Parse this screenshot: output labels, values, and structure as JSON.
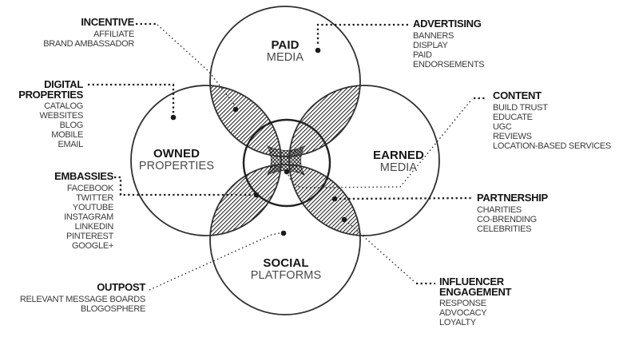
{
  "diagram_title": "Paid Owned Earned Social media Venn diagram",
  "colors": {
    "ink": "#231f20",
    "subtext": "#3a3a3c",
    "hatch": "#2b2b2b",
    "background": "#ffffff"
  },
  "circles": {
    "paid": {
      "title": "PAID",
      "subtitle": "MEDIA"
    },
    "owned": {
      "title": "OWNED",
      "subtitle": "PROPERTIES"
    },
    "earned": {
      "title": "EARNED",
      "subtitle": "MEDIA"
    },
    "social": {
      "title": "SOCIAL",
      "subtitle": "PLATFORMS"
    }
  },
  "callouts": {
    "incentive": {
      "title": "INCENTIVE",
      "items": [
        "AFFILIATE",
        "BRAND AMBASSADOR"
      ]
    },
    "digital": {
      "title": "DIGITAL PROPERTIES",
      "items": [
        "CATALOG",
        "WEBSITES",
        "BLOG",
        "MOBILE",
        "EMAIL"
      ]
    },
    "embassies": {
      "title": "EMBASSIES",
      "items": [
        "FACEBOOK",
        "TWITTER",
        "YOUTUBE",
        "INSTAGRAM",
        "LINKEDIN",
        "PINTEREST",
        "GOOGLE+"
      ]
    },
    "outpost": {
      "title": "OUTPOST",
      "items": [
        "RELEVANT MESSAGE BOARDS",
        "BLOGOSPHERE"
      ]
    },
    "advertising": {
      "title": "ADVERTISING",
      "items": [
        "BANNERS",
        "DISPLAY",
        "PAID",
        "ENDORSEMENTS"
      ]
    },
    "content": {
      "title": "CONTENT",
      "items": [
        "BUILD TRUST",
        "EDUCATE",
        "UGC",
        "REVIEWS",
        "LOCATION-BASED SERVICES"
      ]
    },
    "partnership": {
      "title": "PARTNERSHIP",
      "items": [
        "CHARITIES",
        "CO-BRENDING",
        "CELEBRITIES"
      ]
    },
    "influencer": {
      "title": "INFLUENCER ENGAGEMENT",
      "items": [
        "RESPONSE",
        "ADVOCACY",
        "LOYALTY"
      ]
    }
  }
}
